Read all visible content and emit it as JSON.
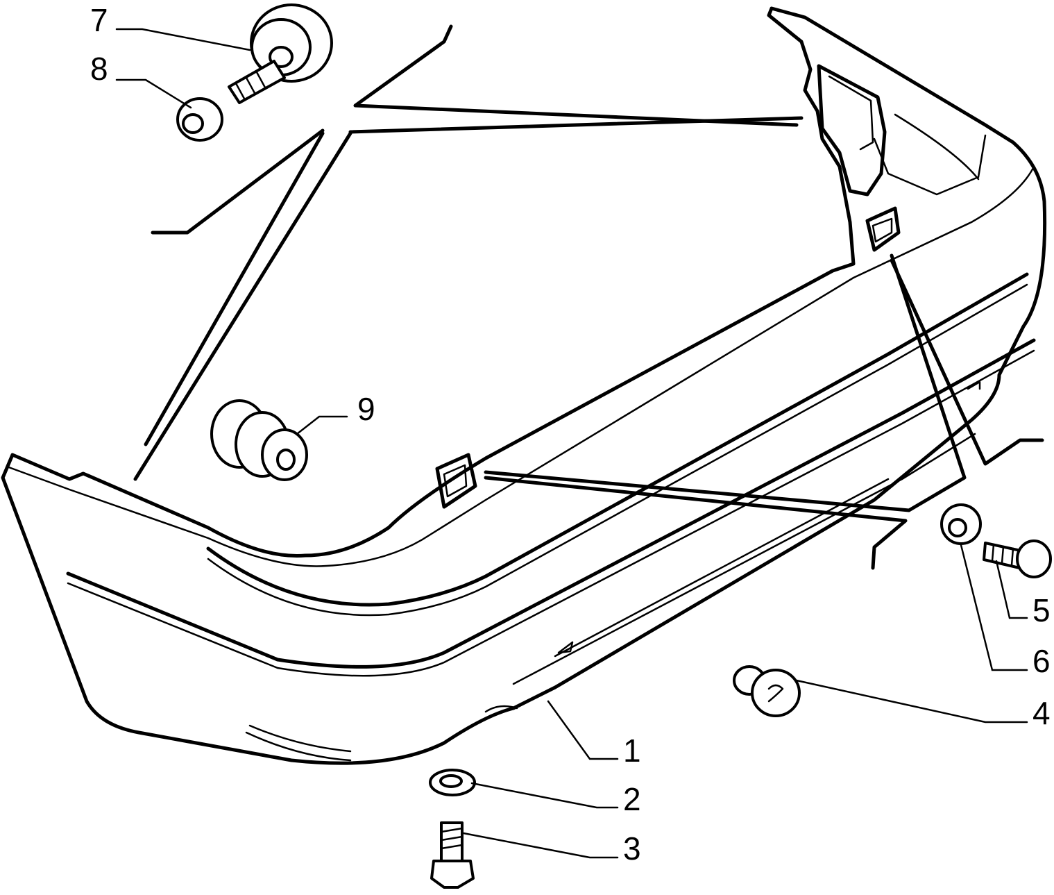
{
  "diagram": {
    "callouts": [
      {
        "id": "1",
        "label": "1",
        "part": "bumper"
      },
      {
        "id": "2",
        "label": "2",
        "part": "washer"
      },
      {
        "id": "3",
        "label": "3",
        "part": "screw"
      },
      {
        "id": "4",
        "label": "4",
        "part": "clip"
      },
      {
        "id": "5",
        "label": "5",
        "part": "screw"
      },
      {
        "id": "6",
        "label": "6",
        "part": "washer"
      },
      {
        "id": "7",
        "label": "7",
        "part": "stud-bolt"
      },
      {
        "id": "8",
        "label": "8",
        "part": "nut"
      },
      {
        "id": "9",
        "label": "9",
        "part": "rubber-buffer"
      }
    ]
  }
}
